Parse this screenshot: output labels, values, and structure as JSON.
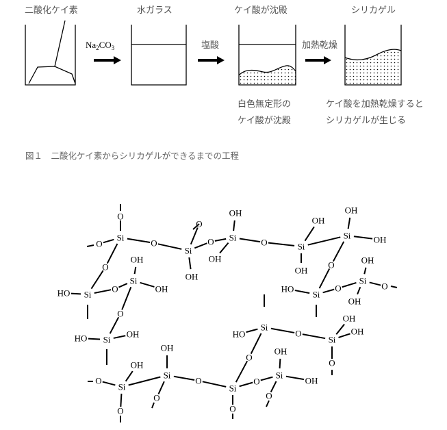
{
  "steps": {
    "s1": "二酸化ケイ素",
    "s2": "水ガラス",
    "s3": "ケイ酸が沈殿",
    "s4": "シリカゲル"
  },
  "reagents": {
    "r1_main": "Na",
    "r1_sub1": "2",
    "r1_mid": "CO",
    "r1_sub2": "3",
    "r2": "塩酸",
    "r3": "加熱乾燥"
  },
  "notes": {
    "n1_line1": "白色無定形の",
    "n1_line2": "ケイ酸が沈殿",
    "n2_line1": "ケイ酸を加熱乾燥すると",
    "n2_line2": "シリカゲルが生じる"
  },
  "figure_caption": "図１　二酸化ケイ素からシリカゲルができるまでの工程",
  "atoms": {
    "si": "Si",
    "o": "O",
    "oh": "OH",
    "ho": "HO"
  }
}
